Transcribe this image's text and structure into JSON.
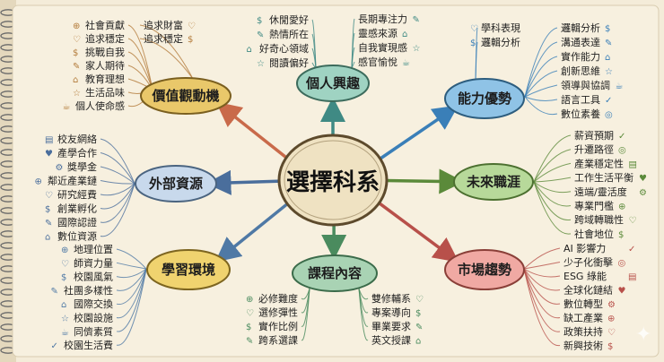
{
  "center": {
    "label": "選擇科系"
  },
  "colors": {
    "paper": "#f4ecd9",
    "values": "#e9c86a",
    "interest": "#9fd3c2",
    "ability": "#8fc3e6",
    "external": "#c8d9ec",
    "career": "#b7d99a",
    "environment": "#f0d36f",
    "course": "#a9d3b4",
    "market": "#f0a9a3"
  },
  "nodes": {
    "values": {
      "label": "價值觀動機"
    },
    "interest": {
      "label": "個人興趣"
    },
    "ability": {
      "label": "能力優勢"
    },
    "external": {
      "label": "外部資源"
    },
    "career": {
      "label": "未來職涯"
    },
    "environment": {
      "label": "學習環境"
    },
    "course": {
      "label": "課程內容"
    },
    "market": {
      "label": "市場趨勢"
    }
  },
  "leaves": {
    "values_left": [
      "社會貢獻",
      "追求穩定",
      "挑戰自我",
      "家人期待",
      "教育理想",
      "生活品味",
      "個人使命感"
    ],
    "values_right": [
      "追求財富",
      "追求穩定"
    ],
    "interest_left": [
      "休閒愛好",
      "熱情所在",
      "好奇心領域",
      "閱讀偏好"
    ],
    "interest_right": [
      "長期專注力",
      "靈感來源",
      "自我實現感",
      "感官愉悅"
    ],
    "ability_left": [
      "學科表現",
      "邏輯分析"
    ],
    "ability_right": [
      "邏輯分析",
      "溝通表達",
      "實作能力",
      "創新思維",
      "領導與協調",
      "語言工具",
      "數位素養"
    ],
    "external": [
      "校友網絡",
      "產學合作",
      "獎學金",
      "鄰近產業鏈",
      "研究經費",
      "創業孵化",
      "國際認證",
      "數位資源"
    ],
    "career": [
      "薪資預期",
      "升遷路徑",
      "產業穩定性",
      "工作生活平衡",
      "遠端/靈活度",
      "專業門檻",
      "跨域轉職性",
      "社會地位"
    ],
    "environment": [
      "地理位置",
      "師資力量",
      "校園風氣",
      "社團多樣性",
      "國際交換",
      "校園設施",
      "同儕素質",
      "校園生活費"
    ],
    "course_left": [
      "必修難度",
      "選修彈性",
      "實作比例",
      "跨系選課"
    ],
    "course_right": [
      "雙修輔系",
      "專案導向",
      "畢業要求",
      "英文授課"
    ],
    "market": [
      "AI 影響力",
      "少子化衝擊",
      "ESG 綠能",
      "全球化鏈結",
      "數位轉型",
      "缺工產業",
      "政策扶持",
      "新興技術"
    ]
  }
}
